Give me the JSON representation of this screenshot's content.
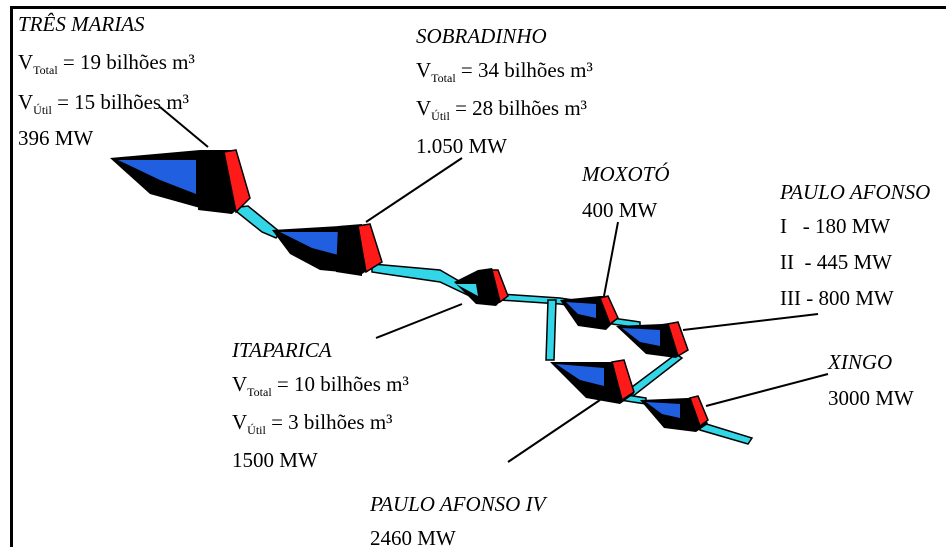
{
  "plants": {
    "tres_marias": {
      "name": "TRÊS MARIAS",
      "vtotal_label": "V",
      "vtotal_sub": "Total",
      "vtotal_value": " = 19 bilhões m³",
      "vutil_label": "V",
      "vutil_sub": "Útil",
      "vutil_value": "  = 15 bilhões m³",
      "power": "396 MW"
    },
    "sobradinho": {
      "name": "SOBRADINHO",
      "vtotal_label": "V",
      "vtotal_sub": "Total",
      "vtotal_value": " = 34 bilhões m³",
      "vutil_label": "V",
      "vutil_sub": "Útil",
      "vutil_value": "  = 28 bilhões m³",
      "power": "1.050 MW"
    },
    "moxoto": {
      "name": "MOXOTÓ",
      "power": "400 MW"
    },
    "paulo_afonso": {
      "name": "PAULO AFONSO",
      "units": [
        "I   - 180 MW",
        "II  - 445 MW",
        "III - 800 MW"
      ]
    },
    "itaparica": {
      "name": "ITAPARICA",
      "vtotal_label": "V",
      "vtotal_sub": "Total",
      "vtotal_value": " = 10 bilhões m³",
      "vutil_label": "V",
      "vutil_sub": "Útil",
      "vutil_value": "  = 3 bilhões m³",
      "power": "1500 MW"
    },
    "xingo": {
      "name": "XINGO",
      "power": "3000 MW"
    },
    "paulo_afonso_iv": {
      "name": "PAULO AFONSO IV",
      "power": "2460 MW"
    }
  },
  "colors": {
    "reservoir_blue": "#1f5fe0",
    "dam_red": "#ff1a1a",
    "river_cyan": "#33d6e6",
    "mass_black": "#000000"
  }
}
